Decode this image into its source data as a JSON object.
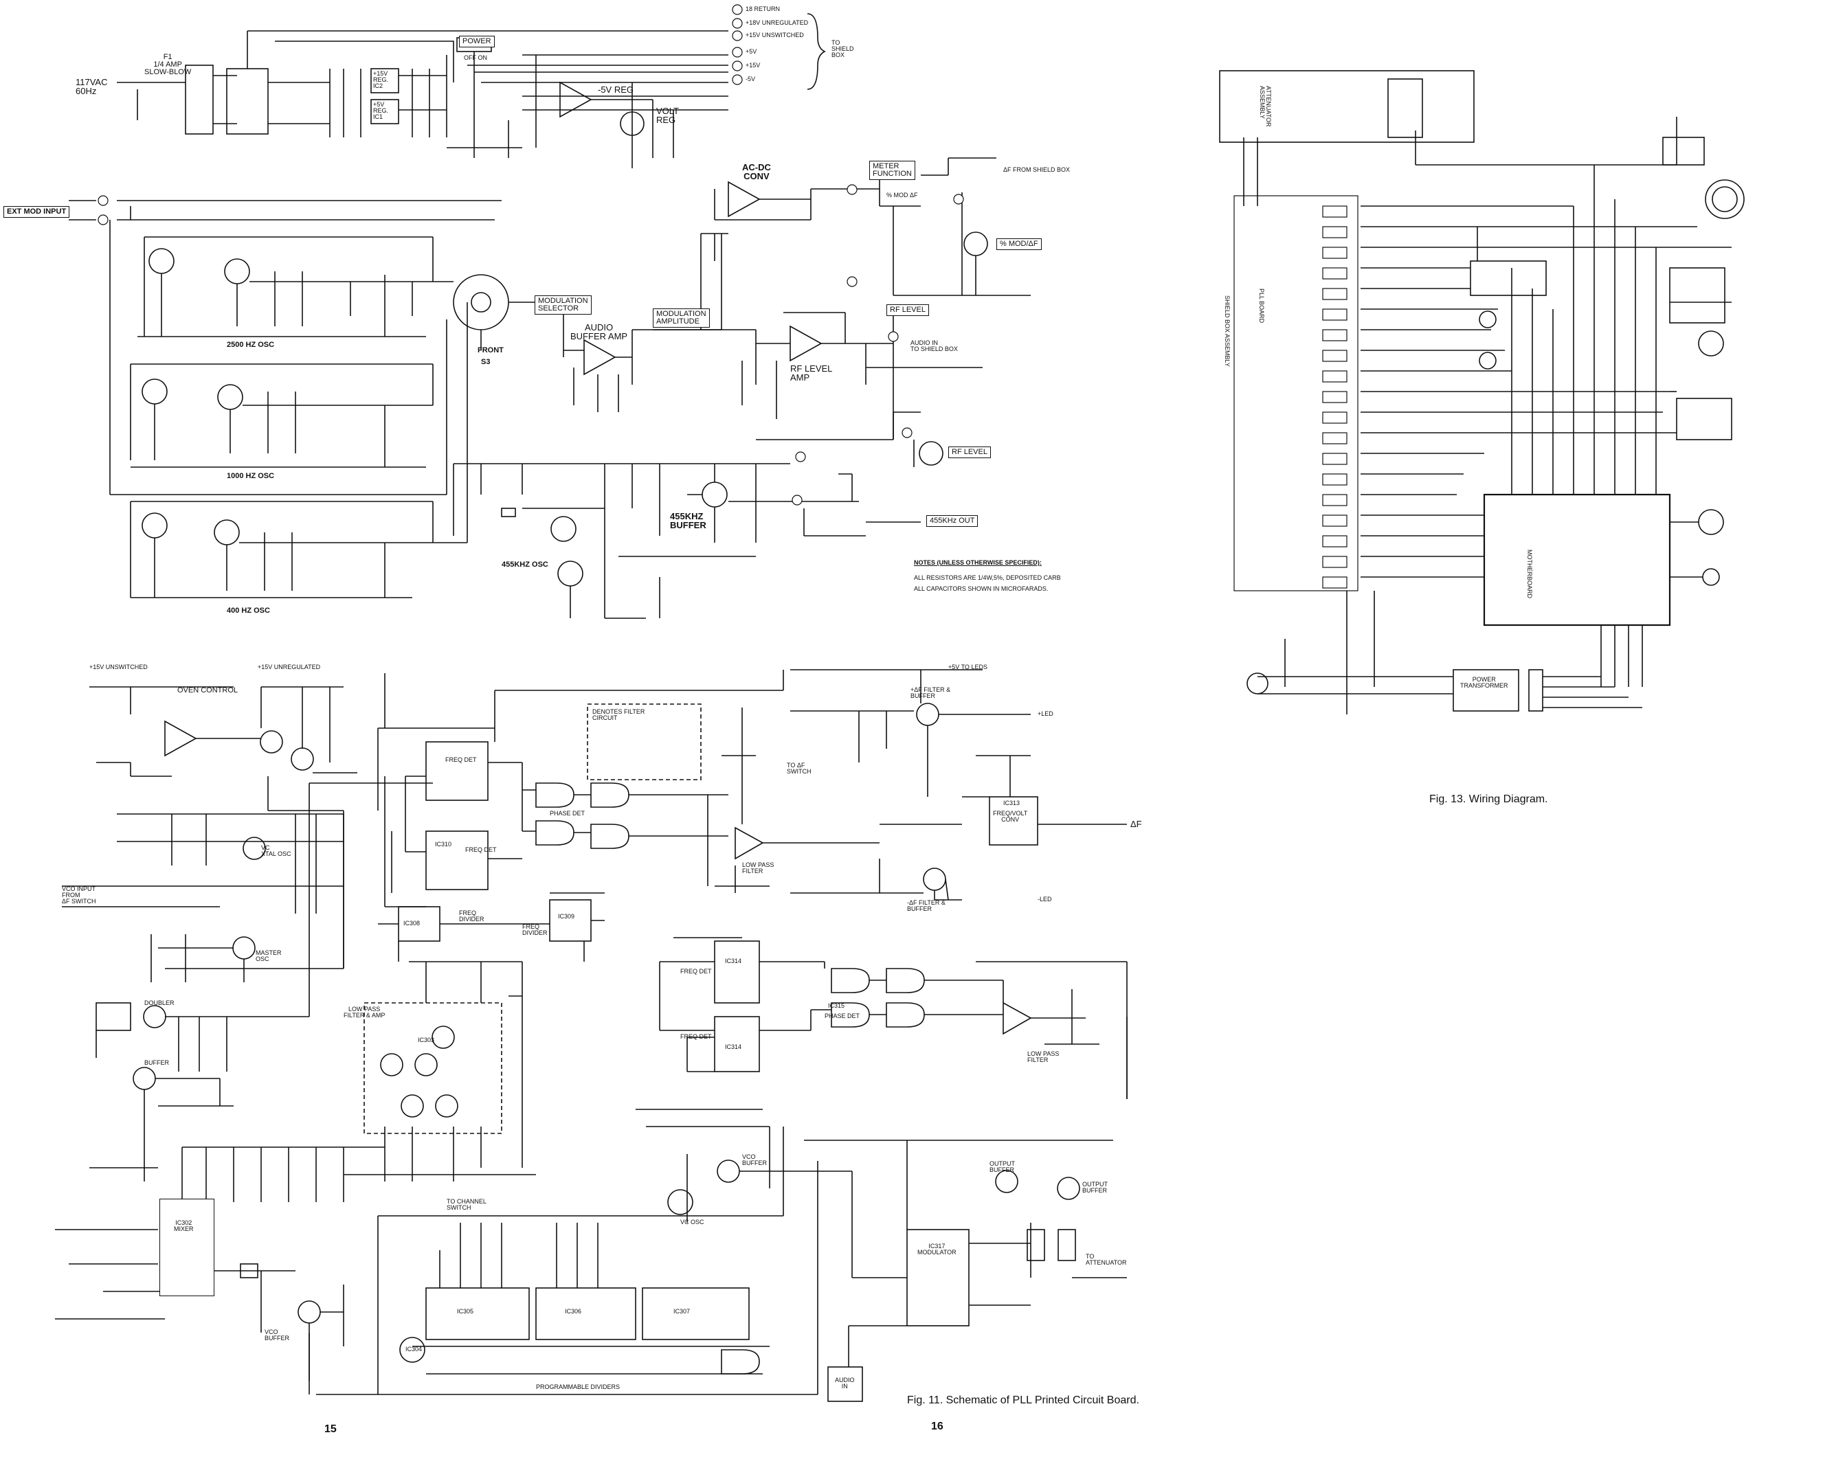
{
  "power_supply": {
    "ac_in": "117VAC\n60Hz",
    "fuse": "F1\n1/4 AMP\nSLOW-BLOW",
    "switch_label": "POWER",
    "switch_pos": "OFF  ON",
    "outputs": [
      "18 RETURN",
      "+18V UNREGULATED",
      "+15V UNSWITCHED",
      "+5V",
      "+15V",
      "-5V"
    ],
    "to_box": "TO\nSHIELD\nBOX",
    "reg1": "+15V\nREG.\nIC2",
    "reg2": "+5V\nREG.\nIC1",
    "neg_reg": "-5V REG",
    "volt_reg": "VOLT\nREG"
  },
  "modulation": {
    "ext_mod_input": "EXT MOD INPUT",
    "osc_2500": "2500 HZ OSC",
    "osc_1000": "1000 HZ OSC",
    "osc_400": "400 HZ OSC",
    "mod_selector": "MODULATION\nSELECTOR",
    "front": "FRONT",
    "s3": "S3",
    "audio_buffer": "AUDIO\nBUFFER AMP",
    "mod_amplitude": "MODULATION\nAMPLITUDE",
    "ac_dc_conv": "AC-DC\nCONV",
    "meter_function": "METER\nFUNCTION",
    "mod_df": "% MOD ΔF",
    "from_shield": "ΔF FROM SHIELD BOX",
    "pct_mod": "% MOD/ΔF",
    "rf_level_amp": "RF LEVEL\nAMP",
    "rf_level": "RF LEVEL",
    "rf_level2": "RF LEVEL",
    "audio_in": "AUDIO IN\nTO SHIELD BOX",
    "buffer_455": "455KHZ\nBUFFER",
    "osc_455": "455KHZ OSC",
    "out_455": "455KHz OUT",
    "notes_title": "NOTES (UNLESS OTHERWISE SPECIFIED):",
    "note1": "ALL RESISTORS ARE 1/4W,5%, DEPOSITED CARB",
    "note2": "ALL CAPACITORS SHOWN IN MICROFARADS."
  },
  "pll": {
    "unswitched": "+15V UNSWITCHED",
    "unregulated": "+15V  UNREGULATED",
    "oven_control": "OVEN CONTROL",
    "xtal_osc": "VC\nXTAL OSC",
    "master_osc": "MASTER\nOSC",
    "vco_input": "VCO INPUT\nFROM\nΔF SWITCH",
    "doubler": "DOUBLER",
    "buffer": "BUFFER",
    "mixer": "IC302\nMIXER",
    "vco_buffer": "VCO\nBUFFER",
    "low_pass_amp": "LOW PASS\nFILTER & AMP",
    "denotes_filter": "DENOTES FILTER\nCIRCUIT",
    "freq_det": "FREQ DET",
    "phase_det": "PHASE DET",
    "low_pass_filter": "LOW PASS\nFILTER",
    "freq_divider": "FREQ\nDIVIDER",
    "df_buffer": "+ΔF FILTER &\nBUFFER",
    "df_buffer2": "-ΔF FILTER &\nBUFFER",
    "to_leds": "+5V TO LEDS",
    "led_plus": "+LED",
    "led_minus": "-LED",
    "freq_volt": "FREQ/VOLT\nCONV",
    "delta_f": "ΔF",
    "to_af_switch": "TO ΔF\nSWITCH",
    "to_channel": "TO CHANNEL\nSWITCH",
    "prog_dividers": "PROGRAMMABLE DIVIDERS",
    "vc_osc": "VC OSC",
    "vco_buf": "VCO\nBUFFER",
    "output_buffer": "OUTPUT\nBUFFER",
    "output_buffer2": "OUTPUT\nBUFFER",
    "modulator": "IC317\nMODULATOR",
    "to_atten": "TO\nATTENUATOR",
    "audio_in": "AUDIO\nIN",
    "ic305": "IC305",
    "ic306": "IC306",
    "ic307": "IC307",
    "ic310": "IC310",
    "ic308": "IC308",
    "ic309": "IC309",
    "ic313": "IC313",
    "ic314": "IC314",
    "ic314b": "IC314",
    "ic315": "IC315",
    "ic304": "IC304",
    "ic303": "IC303"
  },
  "wiring": {
    "shield": "SHIELD BOX ASSEMBLY",
    "pll_board": "PLL BOARD",
    "motherboard": "MOTHERBOARD",
    "attenuator": "ATTENUATOR\nASSEMBLY",
    "power_transformer": "POWER\nTRANSFORMER"
  },
  "captions": {
    "fig11": "Fig. 11.  Schematic of PLL Printed Circuit Board.",
    "fig13": "Fig. 13.  Wiring Diagram.",
    "page15": "15",
    "page16": "16"
  }
}
